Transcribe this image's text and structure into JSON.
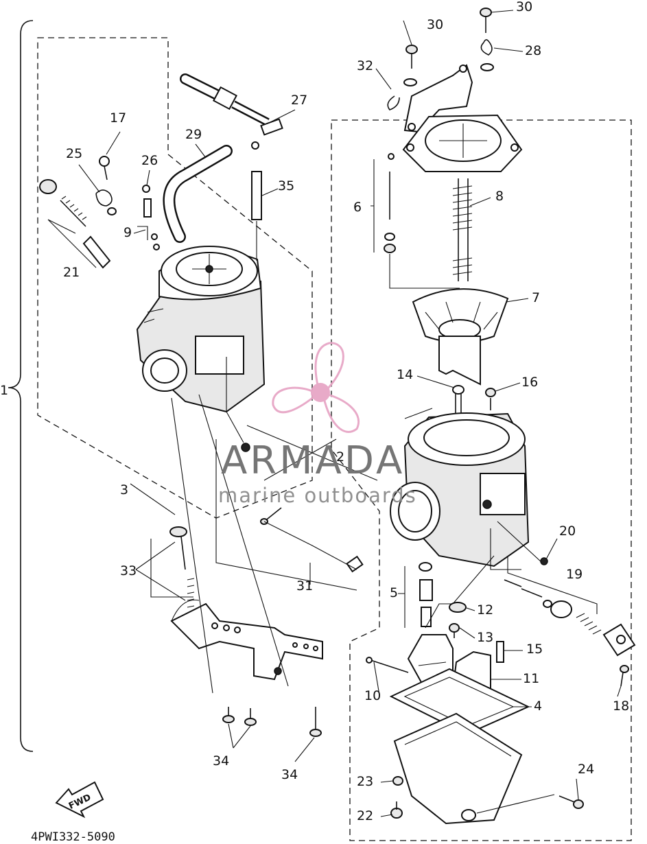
{
  "drawing_code": "4PWI332-5090",
  "fwd_label": "FWD",
  "watermark": {
    "brand": "ARMADA",
    "tagline": "marine outboards",
    "logo_color": "#e7a6c6",
    "text_color": "#6e6e6e"
  },
  "callouts": [
    "1",
    "2",
    "3",
    "4",
    "5",
    "6",
    "7",
    "8",
    "9",
    "10",
    "11",
    "12",
    "13",
    "14",
    "15",
    "16",
    "17",
    "18",
    "19",
    "20",
    "21",
    "22",
    "23",
    "24",
    "25",
    "26",
    "27",
    "28",
    "29",
    "30",
    "30",
    "31",
    "32",
    "33",
    "34",
    "34",
    "35"
  ]
}
